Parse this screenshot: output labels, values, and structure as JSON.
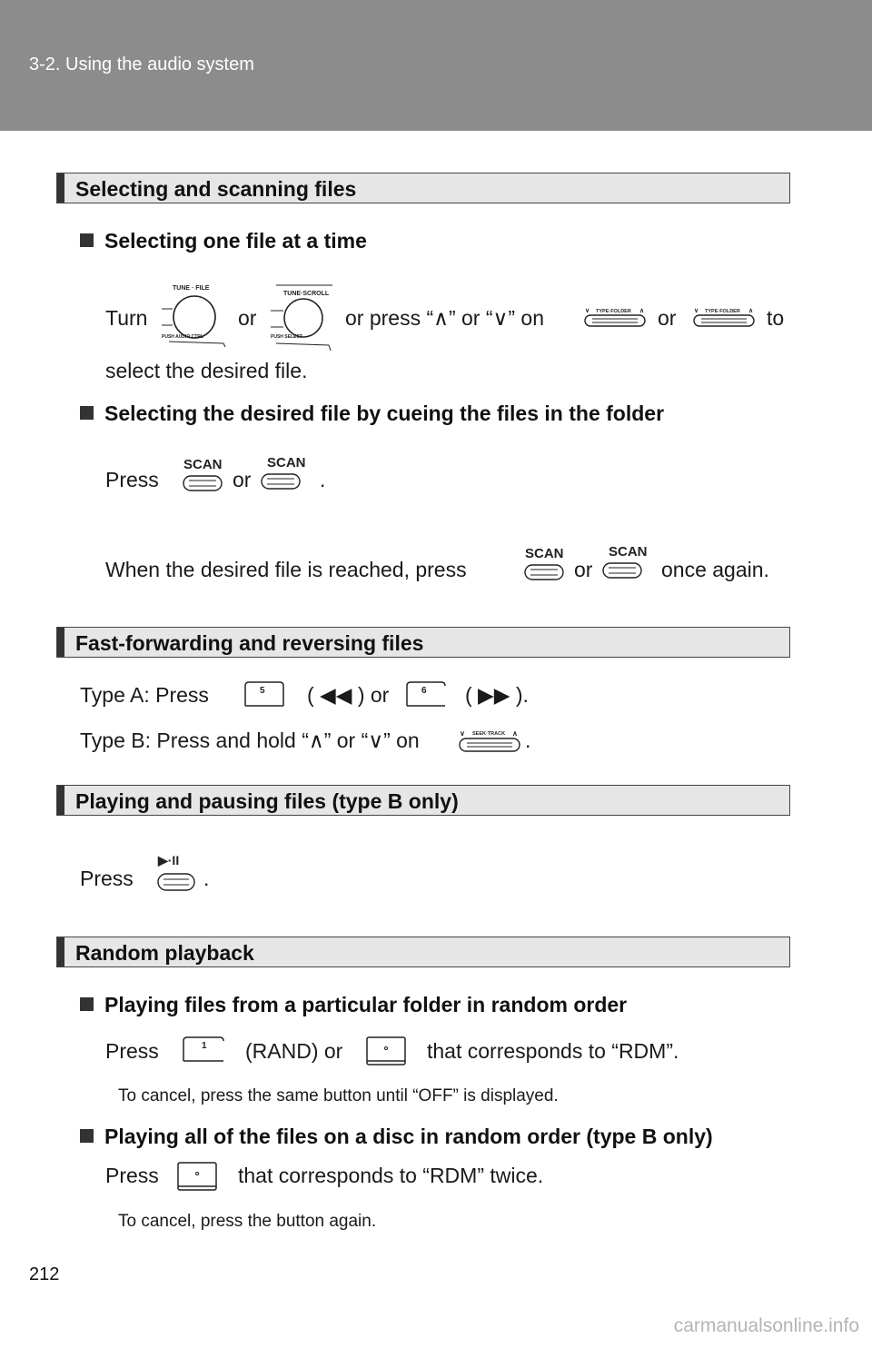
{
  "header": {
    "breadcrumb": "3-2. Using the audio system"
  },
  "sections": {
    "s1": {
      "title": "Selecting and scanning files",
      "sub1": "Selecting one file at a time",
      "turn": "Turn",
      "or": "or",
      "or_press_up": "or press “∧” or “∨” on",
      "to": "to",
      "select_line": "select the desired file.",
      "sub2": "Selecting the desired file by cueing the files in the folder",
      "press": "Press",
      "period": ".",
      "when_reached": "When the desired file is reached, press",
      "once_again": "once again."
    },
    "s2": {
      "title": "Fast-forwarding and reversing files",
      "type_a": "Type A: Press",
      "rew_paren": "( ◀◀ ) or",
      "ff_paren": "( ▶▶ ).",
      "type_b": "Type B: Press and hold “∧” or “∨” on",
      "period": "."
    },
    "s3": {
      "title": "Playing and pausing files (type B only)",
      "press": "Press",
      "period": "."
    },
    "s4": {
      "title": "Random playback",
      "sub1": "Playing files from a particular folder in random order",
      "press": "Press",
      "rand_or": "(RAND) or",
      "corresponds": "that corresponds to “RDM”.",
      "note1": "To cancel, press the same button until “OFF” is displayed.",
      "sub2": "Playing all of the files on a disc in random order (type B only)",
      "corresponds_twice": "that corresponds to “RDM” twice.",
      "note2": "To cancel, press the button again."
    }
  },
  "icons": {
    "tune_file": "TUNE · FILE",
    "push_audio": "PUSH AUDIO CTRL",
    "tune_scroll": "TUNE·SCROLL",
    "push_select": "PUSH SELECT",
    "type_folder": "TYPE·FOLDER",
    "scan": "SCAN",
    "btn5": "5",
    "btn6": "6",
    "seek_track": "SEEK·TRACK",
    "play_pause": "▶·II",
    "btn1": "1"
  },
  "footer": {
    "page_number": "212",
    "watermark": "carmanualsonline.info"
  }
}
